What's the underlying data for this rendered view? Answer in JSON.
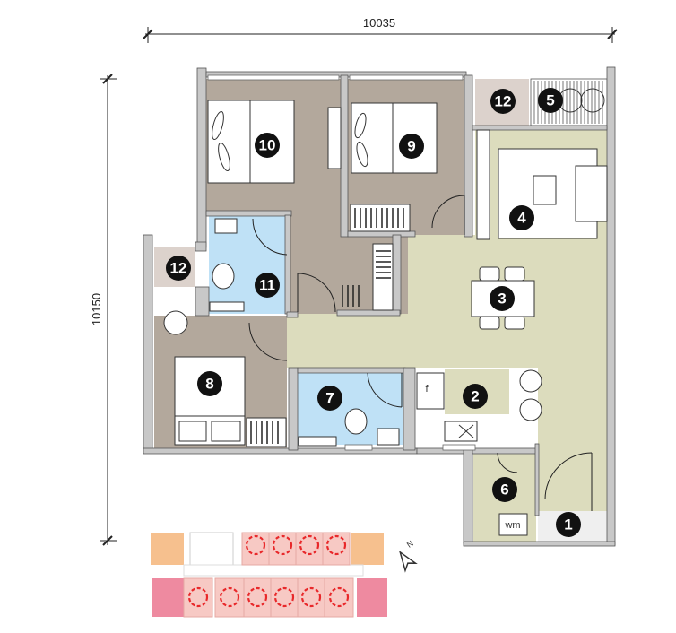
{
  "dimensions": {
    "width": "10035",
    "height": "10150"
  },
  "rooms": [
    {
      "id": "1"
    },
    {
      "id": "2"
    },
    {
      "id": "3"
    },
    {
      "id": "4"
    },
    {
      "id": "5"
    },
    {
      "id": "6"
    },
    {
      "id": "7"
    },
    {
      "id": "8"
    },
    {
      "id": "9"
    },
    {
      "id": "10"
    },
    {
      "id": "11"
    },
    {
      "id": "12"
    },
    {
      "id": "12"
    }
  ],
  "fixtures": {
    "fridge": "f",
    "washing_machine": "wm"
  },
  "key_plan": {
    "north_label": "N",
    "highlight_color": "#e8282a",
    "unit_color": "#f7c9c4",
    "core_top_color": "#f6c08e",
    "core_bottom_color": "#ee8aa0"
  },
  "colors": {
    "bedroom": "#b3a89c",
    "living": "#dcdcbd",
    "bathroom": "#bfe1f6",
    "balcony": "#dcd2cc",
    "entry": "#efefef"
  }
}
